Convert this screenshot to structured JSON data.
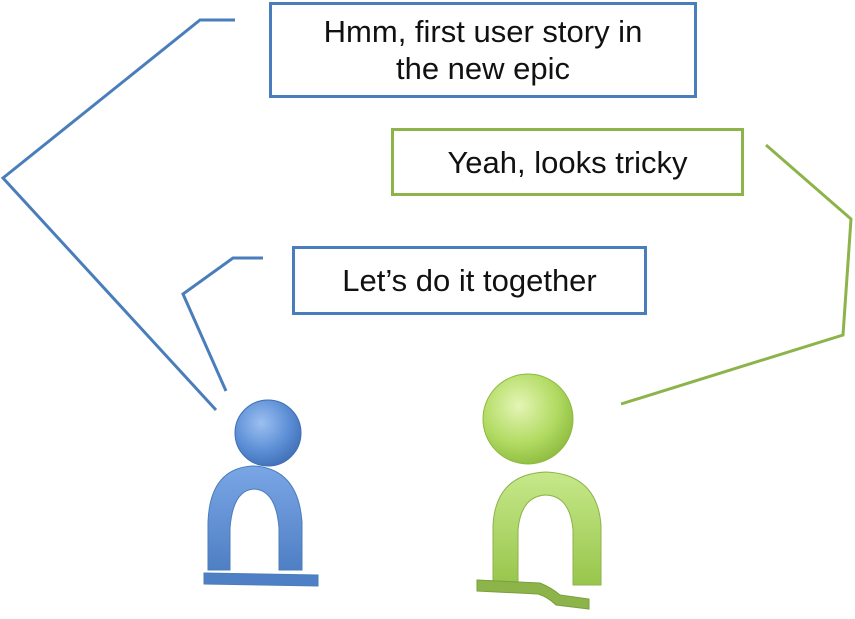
{
  "colors": {
    "blue_line": "#4a7ebb",
    "green_line": "#8db34b",
    "blue_person": "#5d8fd6",
    "green_person": "#a6d15a"
  },
  "bubbles": {
    "first_story": {
      "line1": "Hmm, first user story in",
      "line2": "the new epic"
    },
    "tricky": "Yeah, looks tricky",
    "together": "Let’s do it together"
  },
  "people": [
    {
      "color": "blue",
      "icon": "person-icon"
    },
    {
      "color": "green",
      "icon": "person-icon"
    }
  ]
}
